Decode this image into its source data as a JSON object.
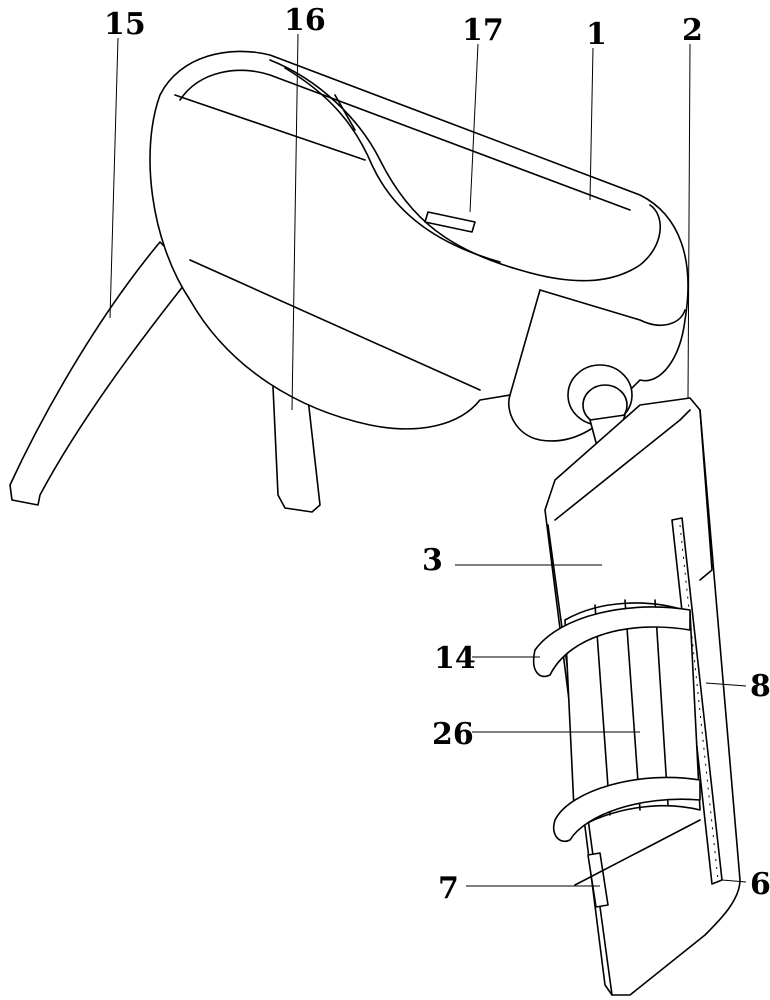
{
  "figure": {
    "labels": {
      "l15": "15",
      "l16": "16",
      "l17": "17",
      "l1": "1",
      "l2": "2",
      "l3": "3",
      "l14": "14",
      "l8": "8",
      "l26": "26",
      "l7": "7",
      "l6": "6"
    }
  }
}
